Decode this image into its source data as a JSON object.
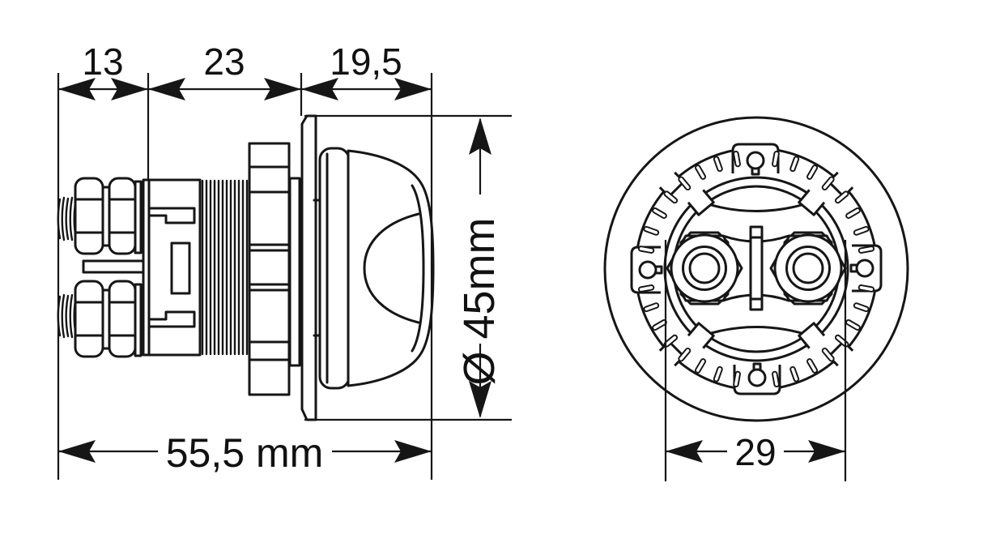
{
  "drawing": {
    "dimensions": {
      "seg1": "13",
      "seg2": "23",
      "seg3": "19,5",
      "overall_length": "55,5 mm",
      "diameter": "Ø 45mm",
      "terminal_span": "29"
    },
    "colors": {
      "line": "#161616",
      "background": "#ffffff"
    }
  }
}
